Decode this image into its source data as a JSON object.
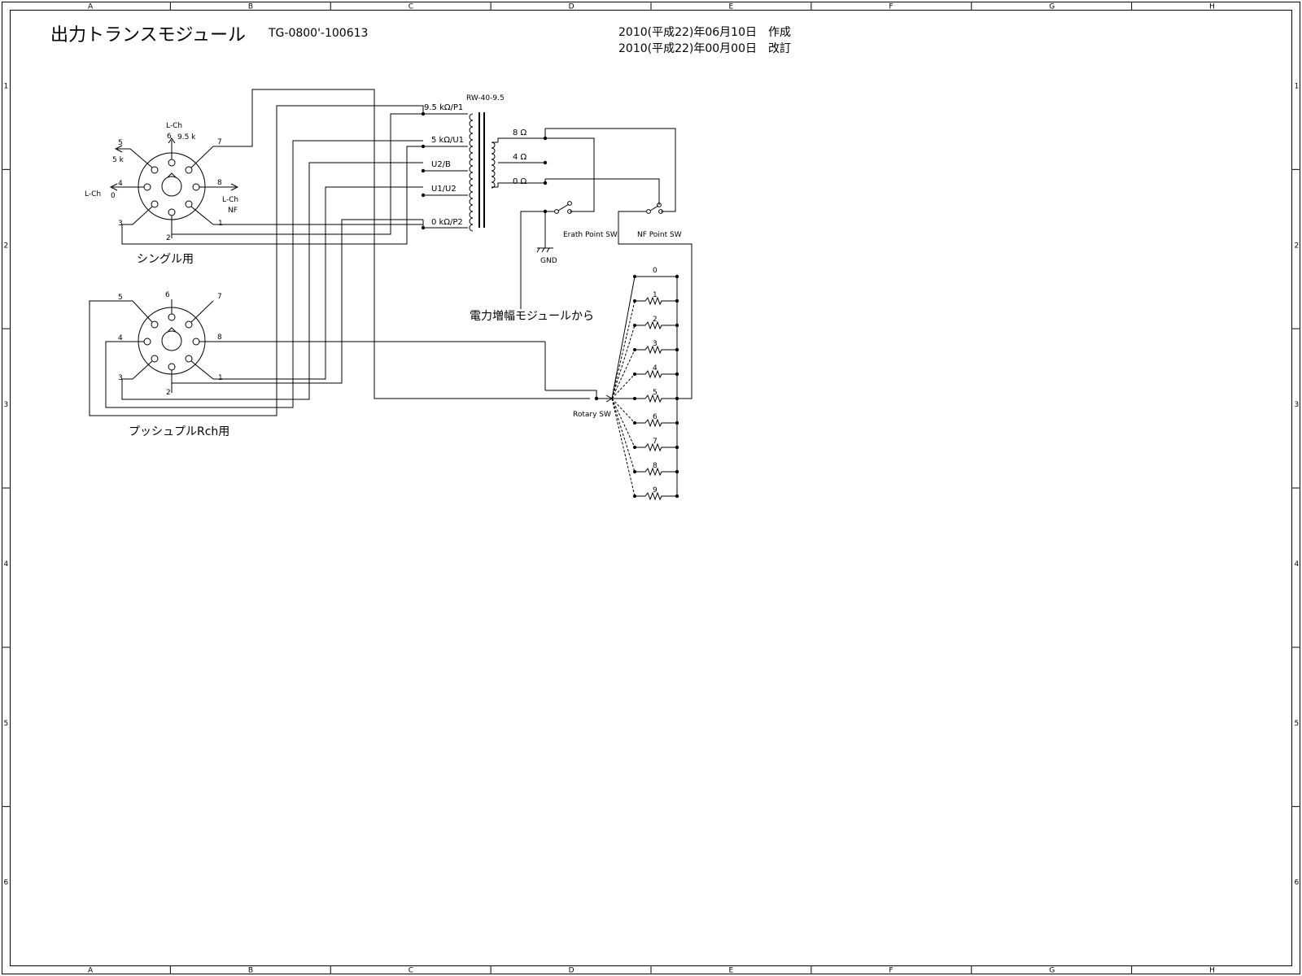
{
  "header": {
    "title": "出力トランスモジュール",
    "code": "TG-0800'-100613",
    "date_created": "2010(平成22)年06月10日　作成",
    "date_revised": "2010(平成22)年00月00日　改訂"
  },
  "ruler": {
    "columns": [
      "A",
      "B",
      "C",
      "D",
      "E",
      "F",
      "G",
      "H"
    ],
    "rows": [
      "1",
      "2",
      "3",
      "4",
      "5",
      "6"
    ]
  },
  "single_socket": {
    "caption": "シングル用",
    "pins": [
      "1",
      "2",
      "3",
      "4",
      "5",
      "6",
      "7",
      "8"
    ],
    "labels": {
      "top": "L-Ch",
      "top_value": "9.5 k",
      "left_upper": "5 k",
      "left": "L-Ch",
      "left_value": "0",
      "right": "L-Ch",
      "right_sub": "NF"
    }
  },
  "pushpull_socket": {
    "caption": "プッシュプルRch用",
    "pins": [
      "1",
      "2",
      "3",
      "4",
      "5",
      "6",
      "7",
      "8"
    ]
  },
  "transformer": {
    "model": "RW-40-9.5",
    "primary_taps": [
      "9.5 kΩ/P1",
      "5 kΩ/U1",
      "U2/B",
      "U1/U2",
      "0 kΩ/P2"
    ],
    "secondary_taps": [
      "8 Ω",
      "4 Ω",
      "0 Ω"
    ]
  },
  "switches": {
    "earth": "Erath Point SW",
    "nf": "NF Point SW",
    "ground": "GND",
    "rotary": "Rotary SW",
    "rotary_positions": [
      "0",
      "1",
      "2",
      "3",
      "4",
      "5",
      "6",
      "7",
      "8",
      "9"
    ]
  },
  "input_note": "電力増幅モジュールから"
}
